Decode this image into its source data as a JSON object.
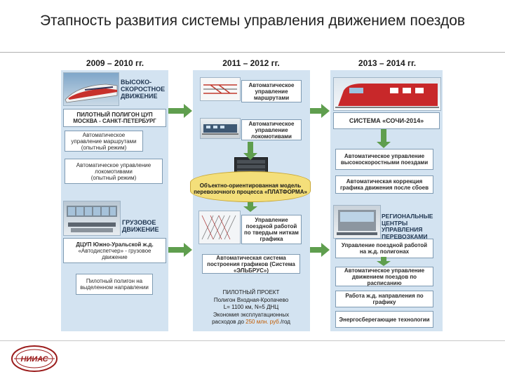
{
  "title": "Этапность развития системы управления движением поездов",
  "periods": [
    "2009 – 2010 гг.",
    "2011 – 2012 гг.",
    "2013 – 2014 гг."
  ],
  "col1": {
    "hsr_heading": "ВЫСОКО-\nСКОРОСТНОЕ\nДВИЖЕНИЕ",
    "pilot_cup": "ПИЛОТНЫЙ ПОЛИГОН ЦУП\nМОСКВА - САНКТ-ПЕТЕРБУРГ",
    "auto_routes": "Автоматическое управление маршрутами\n(опытный режим)",
    "auto_locos": "Автоматическое управление локомотивами\n(опытный режим)",
    "freight_heading": "ГРУЗОВОЕ\nДВИЖЕНИЕ",
    "dcup_line1": "ДЦУП Южно-Уральской ж.д.",
    "dcup_line2": "«Автодиспетчер» - грузовое движение",
    "pilot_dedicated": "Пилотный полигон на выделенном направлении"
  },
  "col2": {
    "auto_route_mgmt": "Автоматическое управление маршрутами",
    "auto_loco_mgmt": "Автоматическое управление локомотивами",
    "platform": "Объектно-ориентированная модель перевозочного процесса «ПЛАТФОРМА»",
    "train_mgmt": "Управление поездной работой по твердым ниткам графика",
    "elbrus": "Автоматическая система построения графиков (Система «ЭЛЬБРУС»)",
    "pilot_lines": [
      "ПИЛОТНЫЙ ПРОЕКТ",
      "Полигон Входная-Кропачево",
      "L= 1100 км, N=5 ДНЦ",
      "Экономия эксплуатационных",
      "расходов до ",
      "250 млн. руб.",
      "/год"
    ]
  },
  "col3": {
    "sochi": "СИСТЕМА «СОЧИ-2014»",
    "hsr_auto": "Автоматическое управление высокоскоростными поездами",
    "schedule_correction": "Автоматическая коррекция графика движения после сбоев",
    "regional_heading": "РЕГИОНАЛЬНЫЕ\nЦЕНТРЫ\nУПРАВЛЕНИЯ\nПЕРЕВОЗКАМИ",
    "polygon_mgmt": "Управление поездной работой на ж.д. полигонах",
    "auto_schedule": "Автоматическое управление движением поездов по расписанию",
    "rail_directions": "Работа ж.д. направления по графику",
    "energy": "Энергосберегающие технологии"
  },
  "logo_text": "НИИАС",
  "colors": {
    "panel": "#d3e3f1",
    "arrow": "#5f9e4e",
    "platform": "#f4df7a",
    "box_border": "#7f9bb3"
  }
}
